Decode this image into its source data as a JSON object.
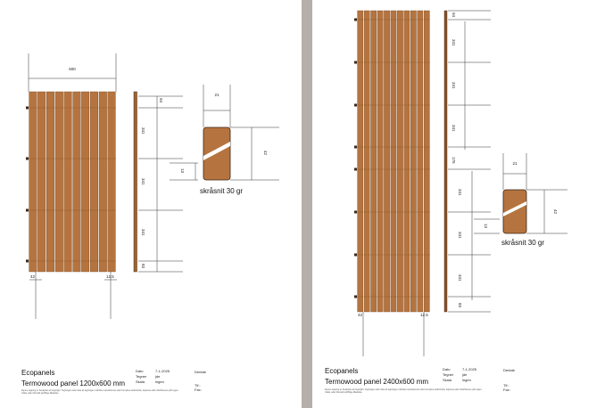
{
  "pages": [
    {
      "dims": {
        "width": "600",
        "top": "94",
        "spacing": "341",
        "bottom": "83",
        "section_width": "21",
        "section_height": "42",
        "gap": "13",
        "left_offset": "42",
        "right_offset": "12.5"
      },
      "cut_label": "skråsnit 30 gr",
      "title_block": {
        "company": "Ecopanels",
        "title": "Termowood panel 1200x600 mm",
        "date_label": "Dato",
        "date": "7-1-2025",
        "drawer_label": "Tegner",
        "drawer": "jde",
        "scale_label": "Skala",
        "scale": "ingen",
        "firm": "Dentab",
        "phone_label": "Tlf.:",
        "fax_label": "Fax:",
        "copyright": "Denne tegning er beskyttet af copyright. Tegningen eller dele af tegningen må ikke reproduceres eller benyttes elektronisk, kopieres eller distribueres på nogen måde uden Dentab skriftlige tilladelse."
      }
    },
    {
      "dims": {
        "top": "94",
        "spacing": "341",
        "middle": "176",
        "bottom": "83",
        "section_width": "21",
        "section_height": "42",
        "gap": "13",
        "left_offset": "42",
        "right_offset": "12.5"
      },
      "cut_label": "skråsnit 30 gr",
      "title_block": {
        "company": "Ecopanels",
        "title": "Termowood panel 2400x600 mm",
        "date_label": "Dato",
        "date": "7-1-2025",
        "drawer_label": "Tegner",
        "drawer": "jde",
        "scale_label": "Skala",
        "scale": "ingen",
        "firm": "Dentab",
        "phone_label": "Tlf.:",
        "fax_label": "Fax:",
        "copyright": "Denne tegning er beskyttet af copyright. Tegningen eller dele af tegningen må ikke reproduceres eller benyttes elektronisk, kopieres eller distribueres på nogen måde uden Dentab skriftlige tilladelse."
      }
    }
  ],
  "colors": {
    "wood": "#b5743f",
    "wood_dark": "#7a4a24",
    "batten": "#3a2a1e"
  }
}
